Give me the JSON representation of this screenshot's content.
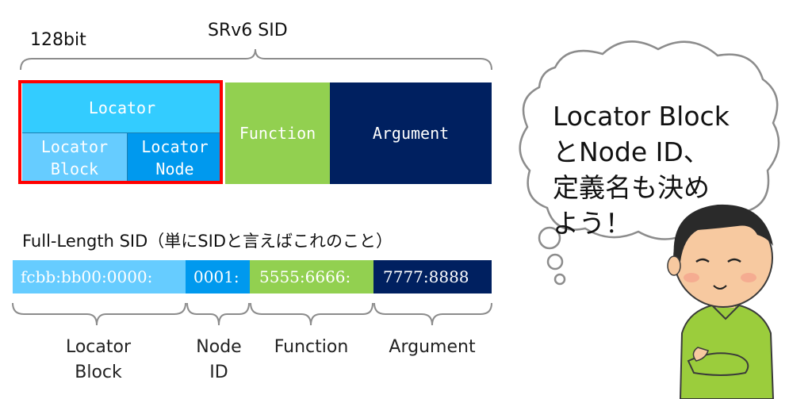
{
  "top": {
    "bit_label": "128bit",
    "sid_label": "SRv6 SID",
    "locator": "Locator",
    "locator_block": [
      "Locator",
      "Block"
    ],
    "locator_node": [
      "Locator",
      "Node"
    ],
    "function": "Function",
    "argument": "Argument"
  },
  "full": {
    "title": "Full-Length SID（単にSIDと言えばこれのこと）",
    "segments": [
      "fcbb:bb00:0000:",
      "0001:",
      "5555:6666:",
      "7777:8888"
    ],
    "captions": {
      "block": [
        "Locator",
        "Block"
      ],
      "node": [
        "Node",
        "ID"
      ],
      "function": "Function",
      "argument": "Argument"
    }
  },
  "bubble": {
    "lines": [
      "Locator Block",
      "とNode ID、",
      "定義名も決め",
      "よう！"
    ]
  },
  "colors": {
    "locator": "#33ccff",
    "locator_block": "#66ccff",
    "locator_node": "#0099ee",
    "function": "#92d050",
    "argument": "#002060",
    "highlight": "#ff0000"
  },
  "icons": [
    "thought-bubble-icon",
    "person-thinking-icon"
  ]
}
